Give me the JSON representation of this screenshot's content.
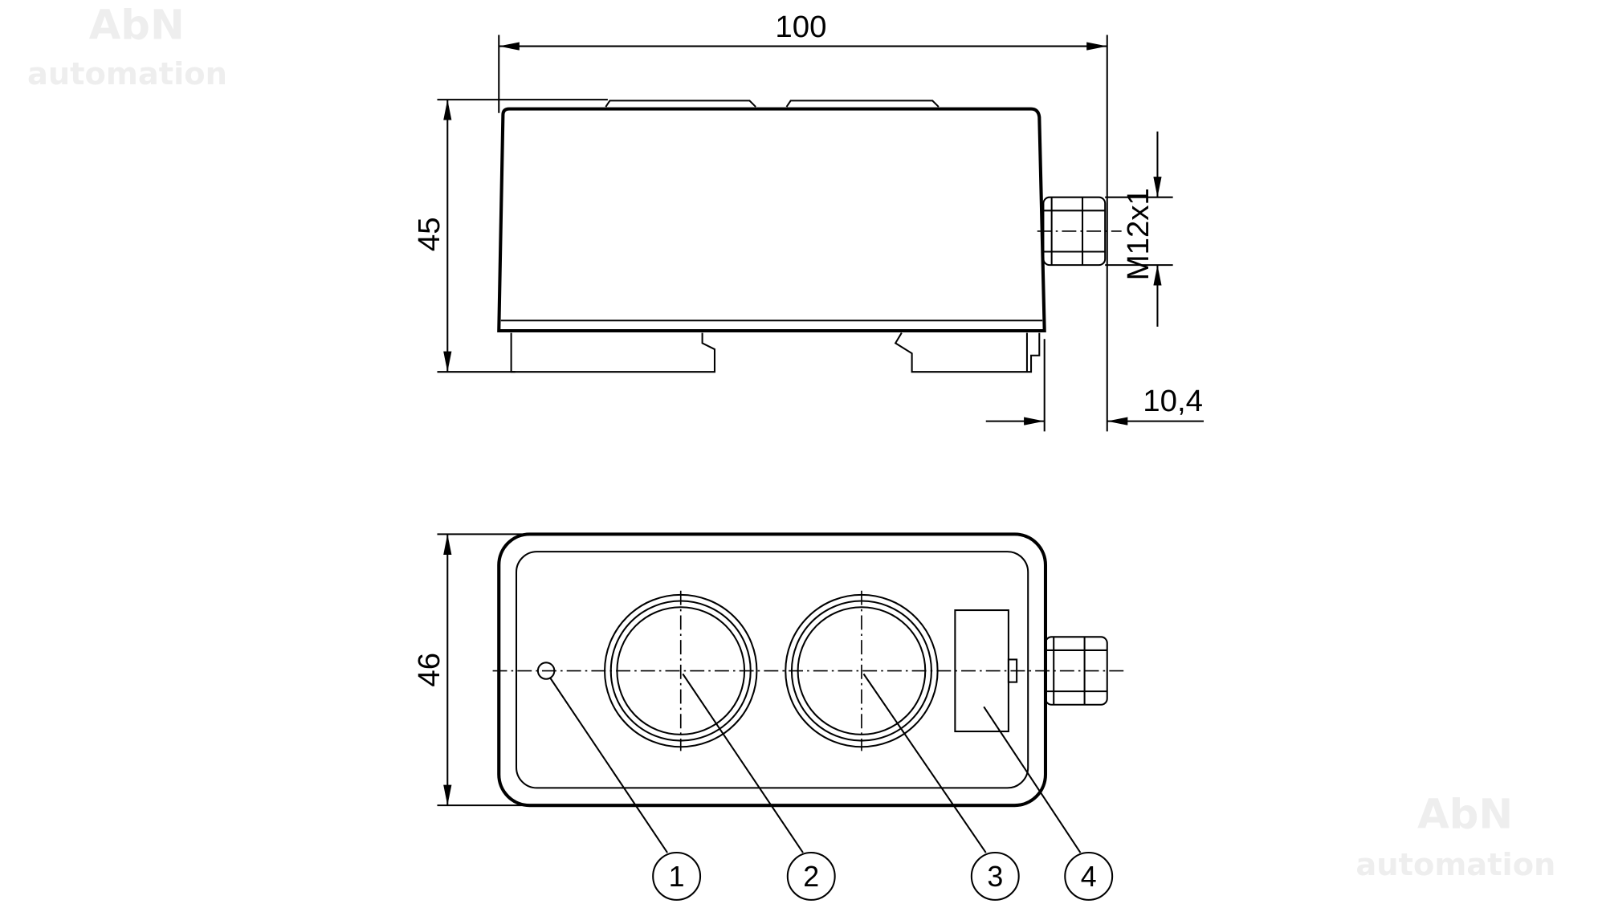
{
  "watermark": {
    "brand": "AbN",
    "sub": "automation"
  },
  "dimensions": {
    "width": "100",
    "height_side": "45",
    "height_top": "46",
    "thread": "M12x1",
    "connector_offset": "10,4"
  },
  "callouts": [
    "1",
    "2",
    "3",
    "4"
  ]
}
